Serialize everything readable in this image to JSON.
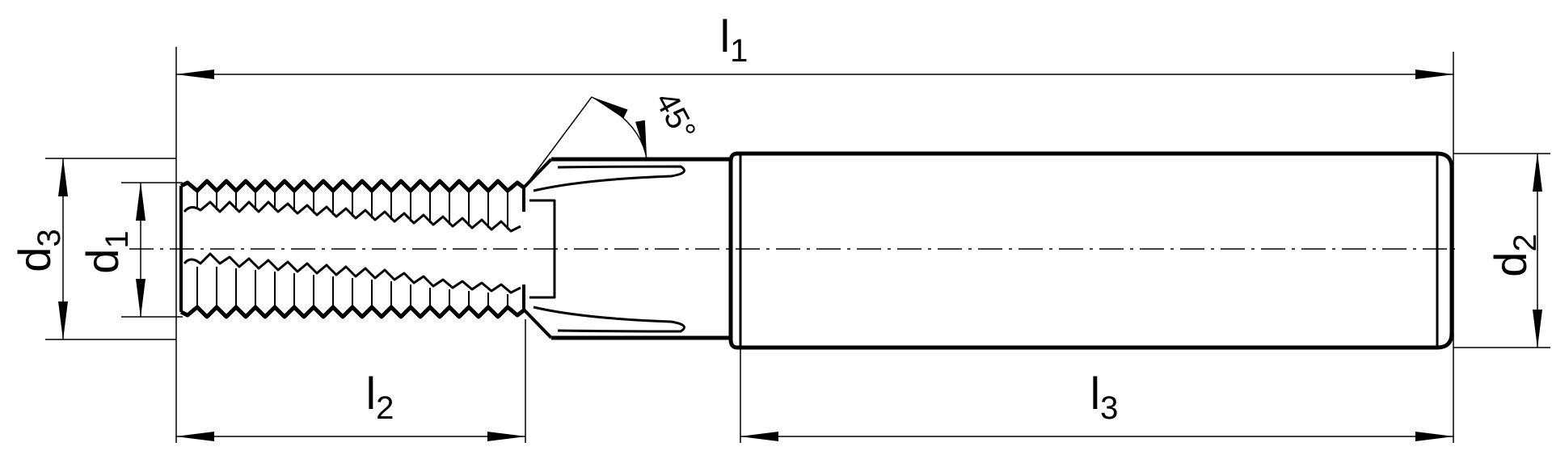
{
  "dimensions": {
    "l1": {
      "base": "l",
      "sub": "1"
    },
    "l2": {
      "base": "l",
      "sub": "2"
    },
    "l3": {
      "base": "l",
      "sub": "3"
    },
    "d1": {
      "base": "d",
      "sub": "1"
    },
    "d2": {
      "base": "d",
      "sub": "2"
    },
    "d3": {
      "base": "d",
      "sub": "3"
    }
  },
  "angle": "45°",
  "colors": {
    "line": "#000000",
    "background": "#ffffff"
  }
}
